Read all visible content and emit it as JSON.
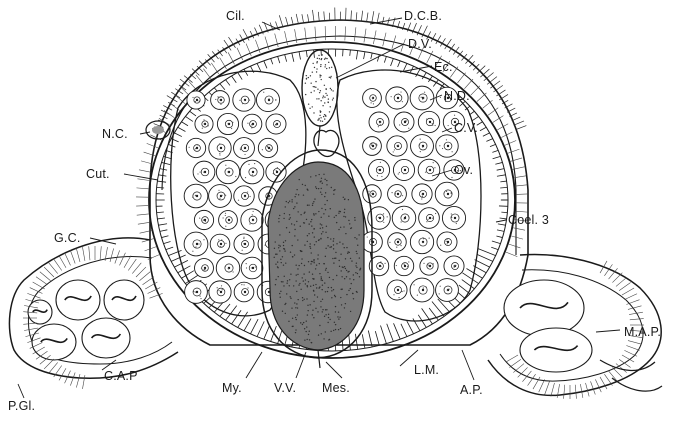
{
  "figure": {
    "labels": {
      "cil": "Cil.",
      "dcb": "D.C.B.",
      "dv": "D.V.",
      "ec": "Ec.",
      "nd": "N.D.",
      "nc": "N.C.",
      "cv": "C.V.",
      "cut": "Cut.",
      "ov": "Ov.",
      "coel3": "Coel. 3",
      "gc": "G.C.",
      "map": "M.A.P.",
      "my": "My.",
      "vv": "V.V.",
      "mes": "Mes.",
      "lm": "L.M.",
      "ap": "A.P.",
      "pgl": "P.Gl.",
      "cap": "C.A.P"
    }
  }
}
